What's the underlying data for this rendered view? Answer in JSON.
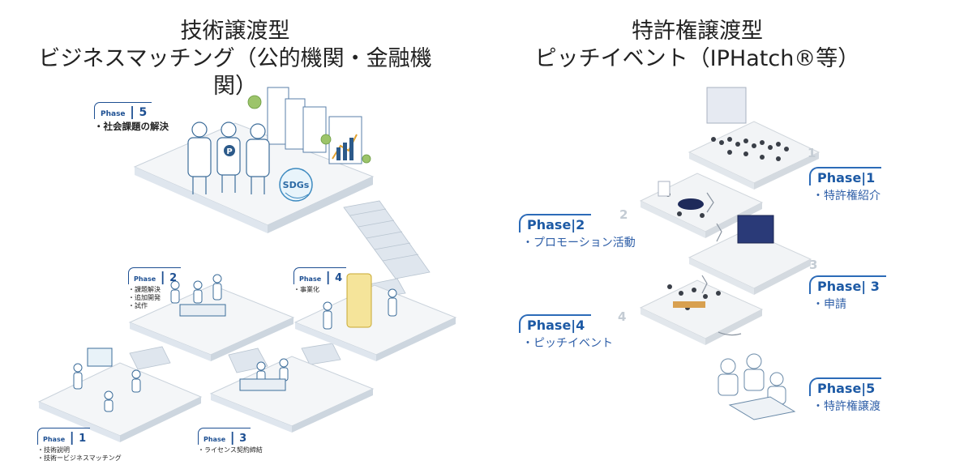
{
  "left": {
    "title_line1": "技術譲渡型",
    "title_line2": "ビジネスマッチング（公的機関・金融機関）",
    "phases": [
      {
        "word": "Phase",
        "num": "1",
        "items": [
          "技術説明",
          "技術ービジネスマッチング"
        ]
      },
      {
        "word": "Phase",
        "num": "2",
        "items": [
          "課題解決",
          "追加開発",
          "試作"
        ]
      },
      {
        "word": "Phase",
        "num": "3",
        "items": [
          "ライセンス契約締結"
        ]
      },
      {
        "word": "Phase",
        "num": "4",
        "items": [
          "事業化"
        ]
      },
      {
        "word": "Phase",
        "num": "5",
        "items": [
          "社会課題の解決"
        ]
      }
    ],
    "sdgs_text": "SDGs",
    "badge_letter": "P"
  },
  "right": {
    "title_line1": "特許権譲渡型",
    "title_line2": "ピッチイベント（IPHatch®等）",
    "phases": [
      {
        "label": "Phase|1",
        "desc": "特許権紹介"
      },
      {
        "label": "Phase|2",
        "desc": "プロモーション活動"
      },
      {
        "label": "Phase| 3",
        "desc": "申請"
      },
      {
        "label": "Phase|4",
        "desc": "ピッチイベント"
      },
      {
        "label": "Phase|5",
        "desc": "特許権譲渡"
      }
    ],
    "step_numbers": [
      "1",
      "2",
      "3",
      "4"
    ]
  },
  "colors": {
    "phase_blue": "#1d4f92",
    "desc_blue": "#2f5fa8",
    "platform": "#f4f6f8",
    "platform_edge": "#c9d2db"
  }
}
